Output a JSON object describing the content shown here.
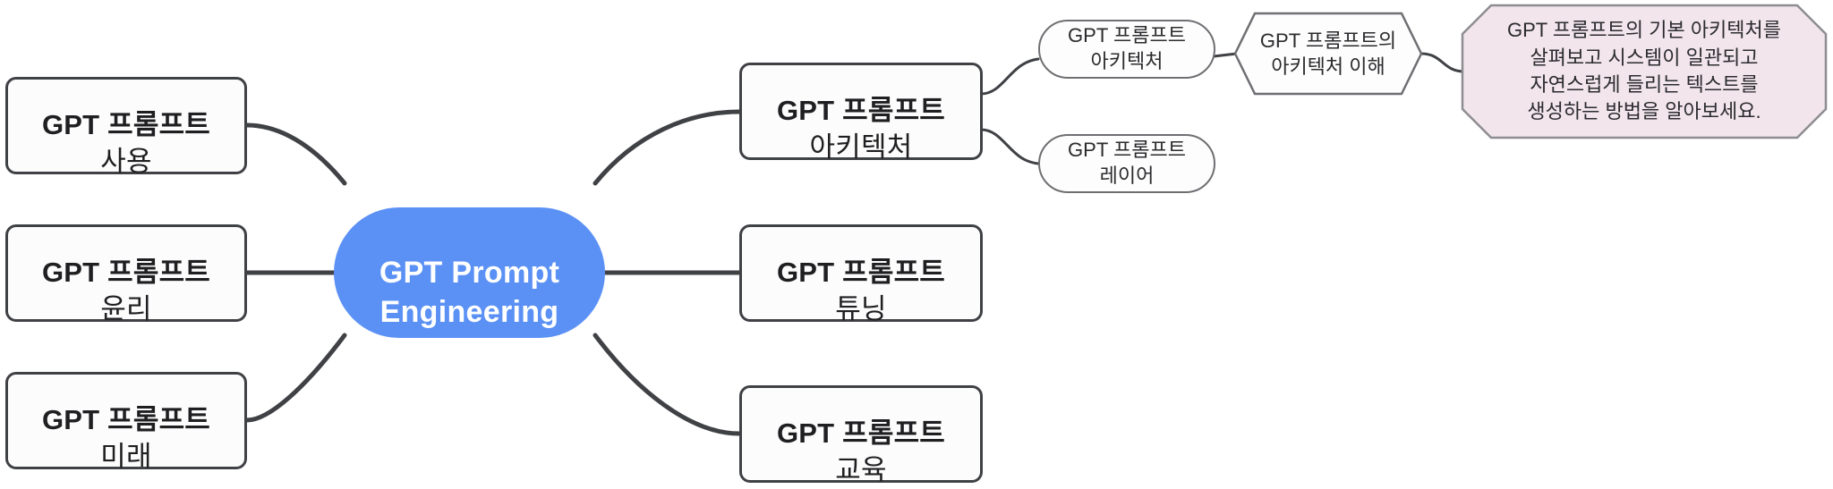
{
  "diagram": {
    "type": "mindmap",
    "title": "GPT Prompt Engineering",
    "colors": {
      "central_fill": "#5b91f5",
      "central_text": "#ffffff",
      "node_fill": "#fcfcfc",
      "node_border": "#3f4145",
      "pill_border": "#6f6f73",
      "note_fill": "#f2e5ec",
      "note_border": "#8d8d91",
      "edge": "#3f4145",
      "text": "#1f1f22"
    }
  },
  "central": {
    "line1": "GPT Prompt",
    "line2": "Engineering",
    "shape": "stadium"
  },
  "left_branches": [
    {
      "id": "use",
      "line1": "GPT 프롬프트",
      "line2": "사용",
      "shape": "rounded-rect"
    },
    {
      "id": "ethics",
      "line1": "GPT 프롬프트",
      "line2": "윤리",
      "shape": "rounded-rect"
    },
    {
      "id": "future",
      "line1": "GPT 프롬프트",
      "line2": "미래",
      "shape": "rounded-rect"
    }
  ],
  "right_branches": [
    {
      "id": "architecture",
      "line1": "GPT 프롬프트",
      "line2": "아키텍처",
      "shape": "rounded-rect"
    },
    {
      "id": "tuning",
      "line1": "GPT 프롬프트",
      "line2": "튜닝",
      "shape": "rounded-rect"
    },
    {
      "id": "education",
      "line1": "GPT 프롬프트",
      "line2": "교육",
      "shape": "rounded-rect"
    }
  ],
  "architecture_children": [
    {
      "id": "arch-sub",
      "text": "GPT 프롬프트\n아키텍처",
      "shape": "stadium"
    },
    {
      "id": "layer-sub",
      "text": "GPT 프롬프트\n레이어",
      "shape": "stadium"
    }
  ],
  "hexagon": {
    "id": "arch-understanding",
    "text": "GPT 프롬프트의\n아키텍처 이해",
    "shape": "hexagon"
  },
  "note": {
    "id": "arch-note",
    "text": "GPT 프롬프트의 기본 아키텍처를\n살펴보고 시스템이 일관되고\n자연스럽게 들리는 텍스트를\n생성하는 방법을 알아보세요.",
    "shape": "octagon"
  }
}
